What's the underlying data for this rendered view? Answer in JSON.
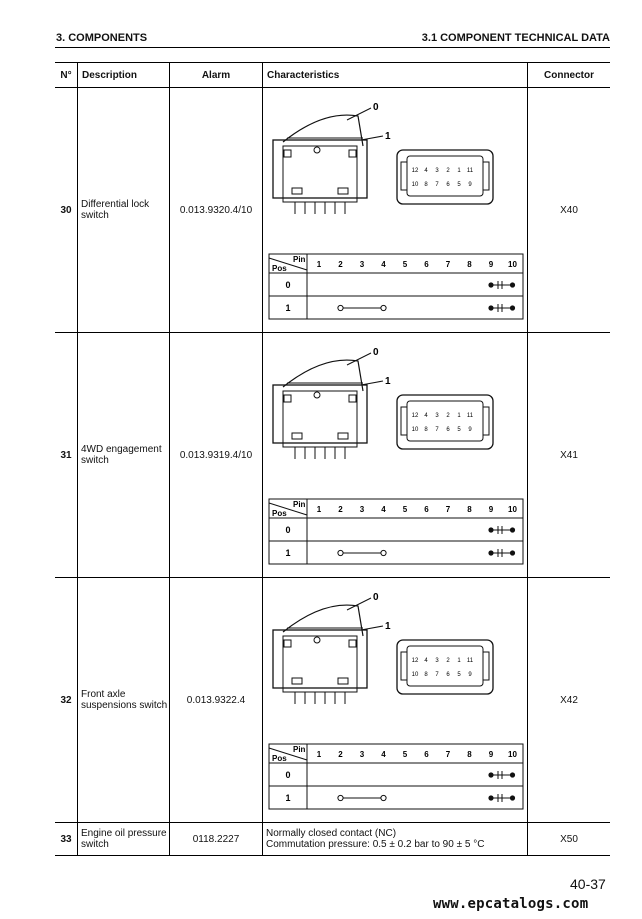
{
  "header": {
    "section_left": "3. COMPONENTS",
    "section_right": "3.1 COMPONENT TECHNICAL DATA"
  },
  "table": {
    "columns": {
      "num": "N°",
      "description": "Description",
      "alarm": "Alarm",
      "characteristics": "Characteristics",
      "connector": "Connector"
    },
    "rows": [
      {
        "num": "30",
        "description": "Differential lock switch",
        "alarm": "0.013.9320.4/10",
        "connector": "X40"
      },
      {
        "num": "31",
        "description": "4WD engagement switch",
        "alarm": "0.013.9319.4/10",
        "connector": "X41"
      },
      {
        "num": "32",
        "description": "Front axle suspensions switch",
        "alarm": "0.013.9322.4",
        "connector": "X42"
      },
      {
        "num": "33",
        "description": "Engine oil pressure switch",
        "alarm": "0118.2227",
        "connector": "X50",
        "characteristics_line1": "Normally closed contact (NC)",
        "characteristics_line2": "Commutation pressure: 0.5 ± 0.2 bar to 90 ± 5 °C"
      }
    ]
  },
  "switch_diagram": {
    "callout_0": "0",
    "callout_1": "1",
    "connector_pins_top": [
      "12",
      "4",
      "3",
      "2",
      "1",
      "11"
    ],
    "connector_pins_bottom": [
      "10",
      "8",
      "7",
      "6",
      "5",
      "9"
    ],
    "pin_table": {
      "pin_label": "Pin",
      "pos_label": "Pos",
      "pins": [
        "1",
        "2",
        "3",
        "4",
        "5",
        "6",
        "7",
        "8",
        "9",
        "10"
      ],
      "positions": [
        "0",
        "1"
      ]
    }
  },
  "footer": {
    "page_number": "40-37",
    "website": "www.epcatalogs.com"
  }
}
